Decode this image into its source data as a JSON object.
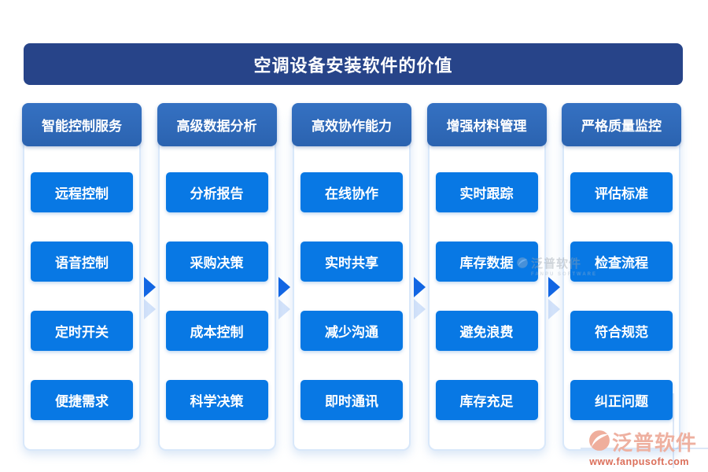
{
  "title": "空调设备安装软件的价值",
  "columns": [
    {
      "header": "智能控制服务",
      "items": [
        "远程控制",
        "语音控制",
        "定时开关",
        "便捷需求"
      ]
    },
    {
      "header": "高级数据分析",
      "items": [
        "分析报告",
        "采购决策",
        "成本控制",
        "科学决策"
      ]
    },
    {
      "header": "高效协作能力",
      "items": [
        "在线协作",
        "实时共享",
        "减少沟通",
        "即时通讯"
      ]
    },
    {
      "header": "增强材料管理",
      "items": [
        "实时跟踪",
        "库存数据",
        "避免浪费",
        "库存充足"
      ]
    },
    {
      "header": "严格质量监控",
      "items": [
        "评估标准",
        "检查流程",
        "符合规范",
        "纠正问题"
      ]
    }
  ],
  "center_watermark": {
    "brand": "泛普软件",
    "brand_en": "FANPU SOFTWARE"
  },
  "footer_logo": {
    "brand": "泛普软件",
    "url": "www.fanpusoft.com"
  },
  "colors": {
    "banner_bg": "#274489",
    "header_bg": "#2c67b6",
    "item_bg": "#0878e4",
    "arrow": "#1266e3",
    "panel_border": "#d9e8fa",
    "logo_brand": "#eeb0a0",
    "logo_url": "#dc6f5a"
  }
}
